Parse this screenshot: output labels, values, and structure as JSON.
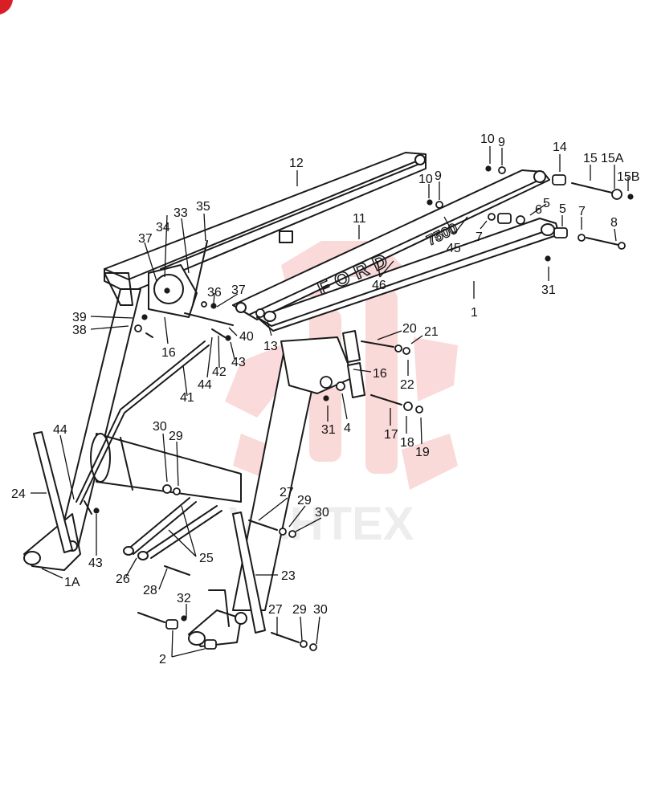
{
  "diagram": {
    "frame_lettering": "FORD",
    "model_lettering": "7500",
    "watermark_text": "VAHTEX",
    "colors": {
      "line": "#1a1a1a",
      "watermark": "#f3b9b9",
      "corner_mark": "#d81f26"
    }
  },
  "callouts": [
    "1",
    "1A",
    "2",
    "4",
    "5",
    "5",
    "6",
    "7",
    "7",
    "8",
    "9",
    "9",
    "10",
    "10",
    "11",
    "12",
    "13",
    "14",
    "15",
    "15A",
    "15B",
    "16",
    "16",
    "17",
    "18",
    "19",
    "20",
    "21",
    "22",
    "23",
    "24",
    "25",
    "26",
    "27",
    "27",
    "28",
    "29",
    "29",
    "29",
    "30",
    "30",
    "30",
    "31",
    "31",
    "32",
    "33",
    "34",
    "35",
    "36",
    "37",
    "37",
    "38",
    "39",
    "40",
    "41",
    "42",
    "43",
    "43",
    "44",
    "44",
    "45",
    "46"
  ]
}
